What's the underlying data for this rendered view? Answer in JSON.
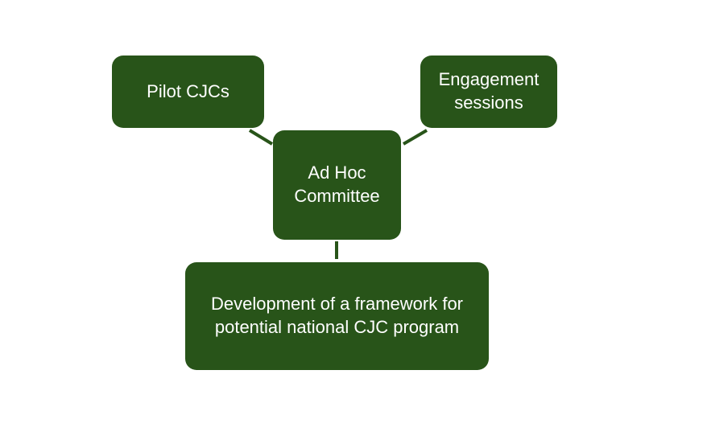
{
  "diagram": {
    "center": {
      "label_lines": [
        "Ad Hoc",
        "Committee"
      ]
    },
    "top_left": {
      "label_lines": [
        "Pilot CJCs"
      ]
    },
    "top_right": {
      "label_lines": [
        "Engagement",
        "sessions"
      ]
    },
    "bottom": {
      "label_lines": [
        "Development of a framework for",
        "potential national CJC program"
      ]
    },
    "colors": {
      "node_fill": "#285419",
      "node_text": "#ffffff",
      "connector": "#285419",
      "background": "#ffffff"
    }
  }
}
